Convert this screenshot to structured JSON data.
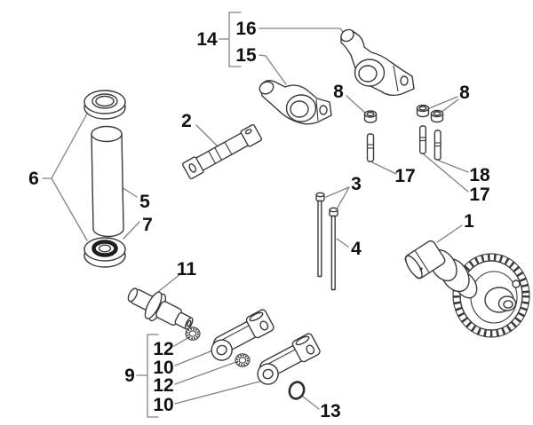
{
  "diagram": {
    "background_color": "#ffffff",
    "part_outline_color": "#3a3a3a",
    "leader_line_color": "#818181",
    "label_color": "#111111",
    "labels": {
      "n1": "1",
      "n2": "2",
      "n3": "3",
      "n4": "4",
      "n5": "5",
      "n6": "6",
      "n7": "7",
      "n8_left": "8",
      "n8_right": "8",
      "n9": "9",
      "n10_a": "10",
      "n10_b": "10",
      "n11": "11",
      "n12_a": "12",
      "n12_b": "12",
      "n13": "13",
      "n14": "14",
      "n15": "15",
      "n16": "16",
      "n17_left": "17",
      "n17_right": "17",
      "n18": "18"
    }
  }
}
